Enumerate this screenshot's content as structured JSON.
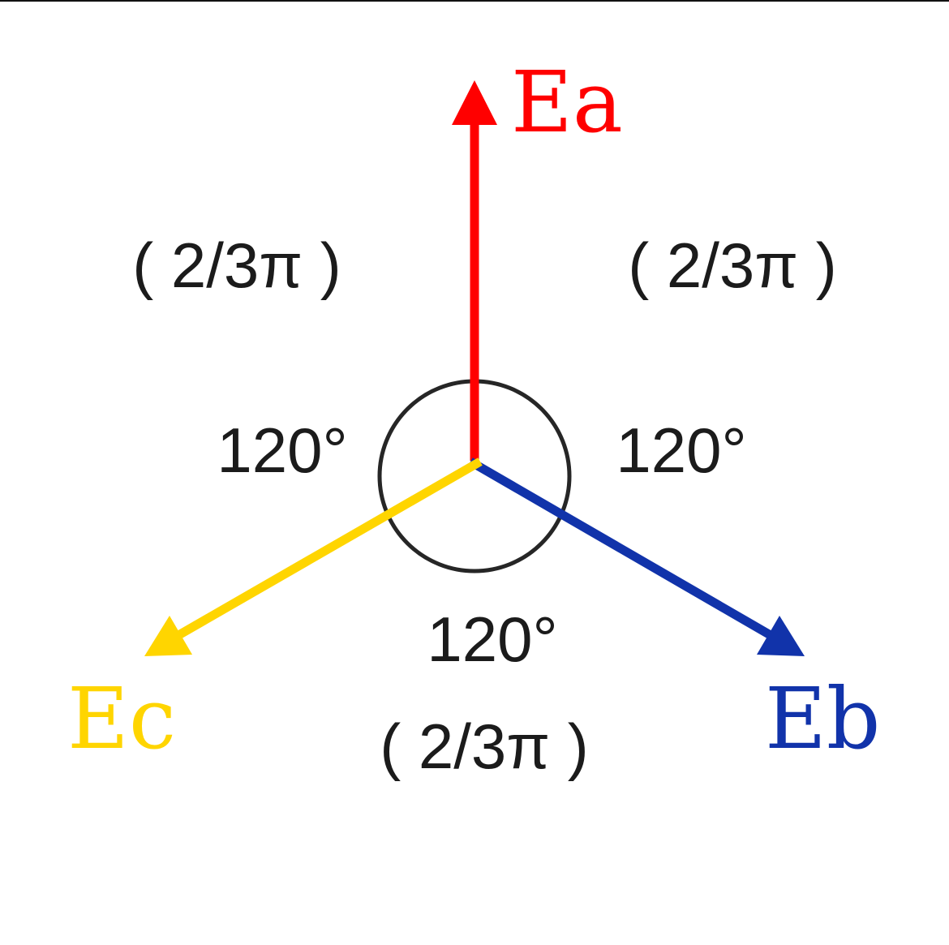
{
  "phasors": [
    {
      "name": "Ea",
      "label": "Ea",
      "angle_deg": 90,
      "color": "#ff0000"
    },
    {
      "name": "Eb",
      "label": "Eb",
      "angle_deg": -30,
      "color": "#1133aa"
    },
    {
      "name": "Ec",
      "label": "Ec",
      "angle_deg": 210,
      "color": "#ffd500"
    }
  ],
  "angles": [
    {
      "degrees": "120°",
      "radians": "( 2/3π )"
    },
    {
      "degrees": "120°",
      "radians": "( 2/3π )"
    },
    {
      "degrees": "120°",
      "radians": "( 2/3π )"
    }
  ]
}
